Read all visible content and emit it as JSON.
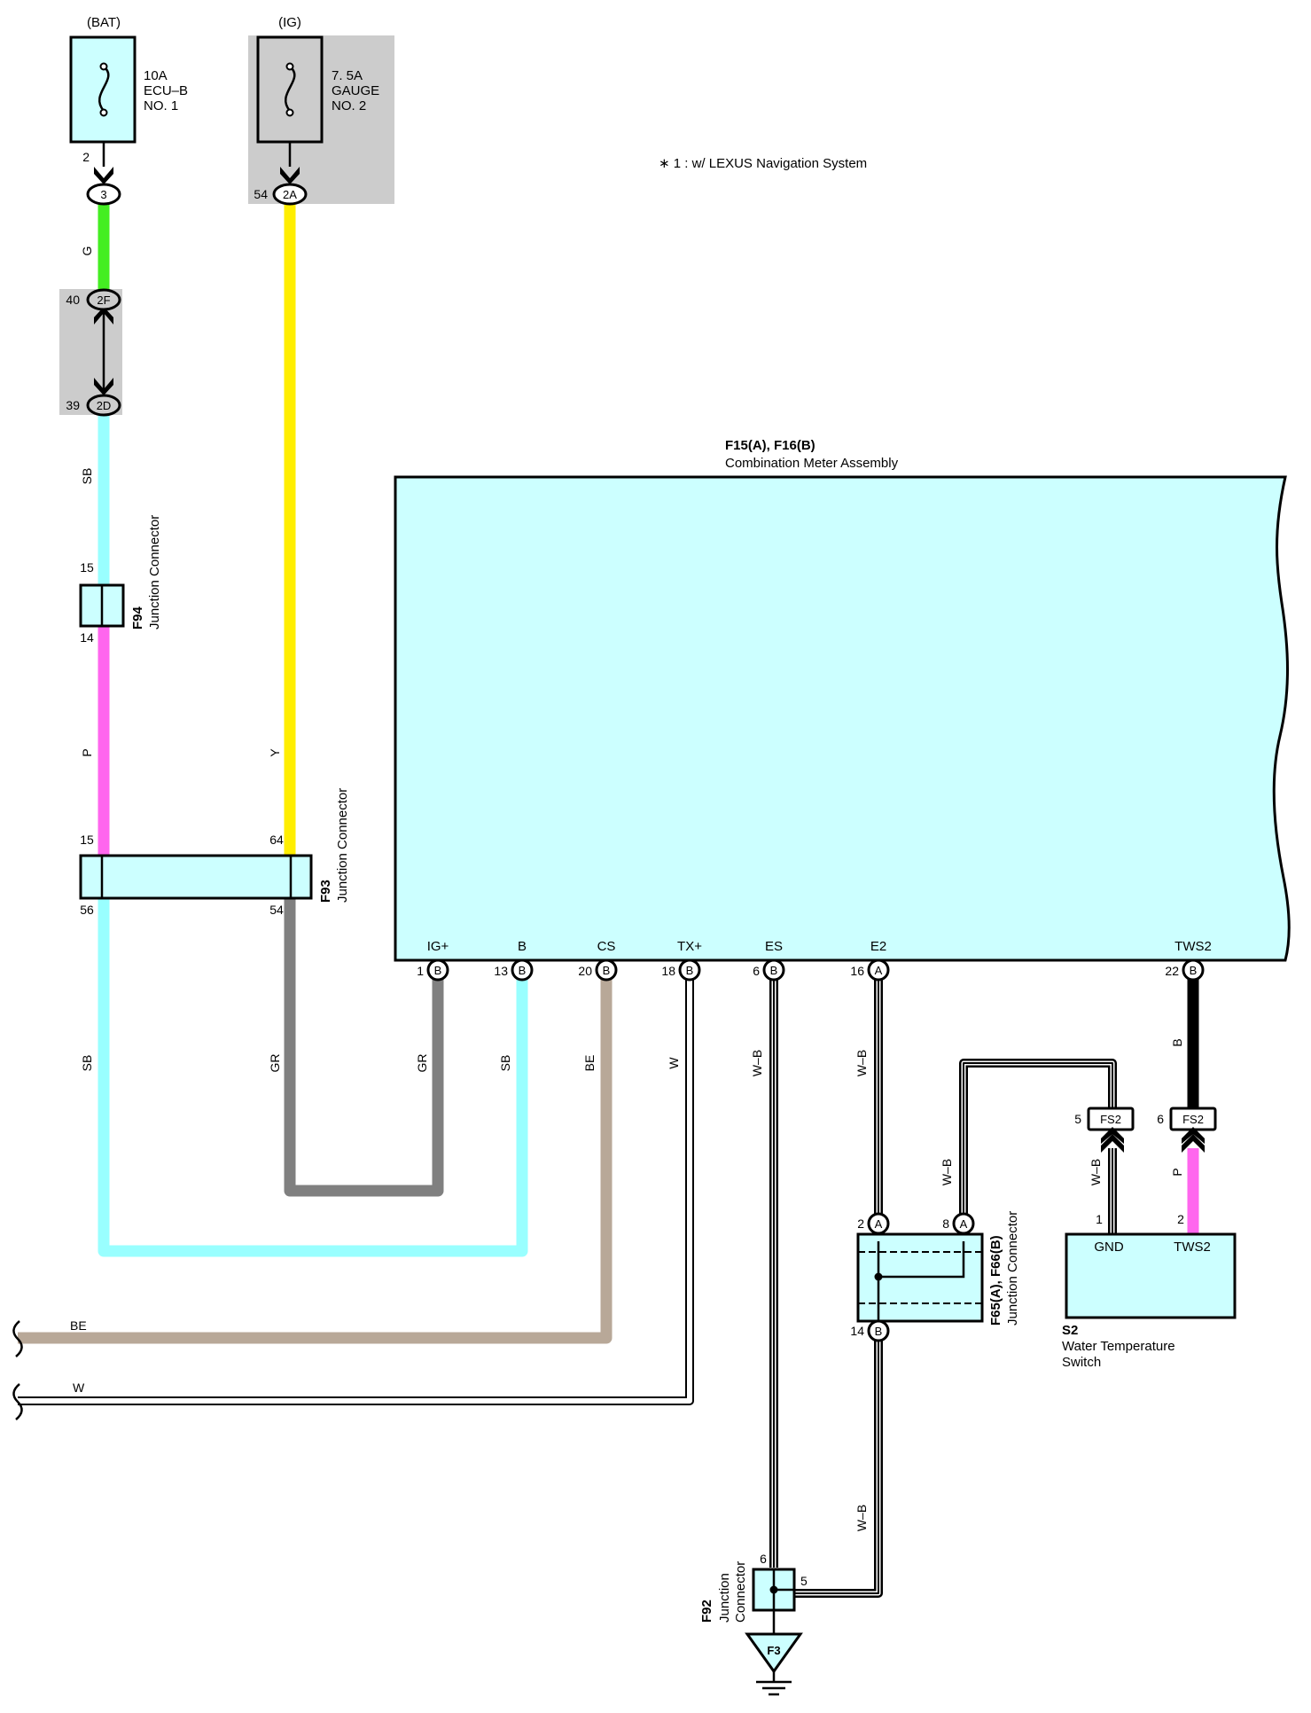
{
  "note": "∗ 1 : w/ LEXUS Navigation System",
  "fuses": {
    "bat": {
      "supply": "(BAT)",
      "rating": "10A",
      "name1": "ECU–B",
      "name2": "NO. 1",
      "pin": "2",
      "conn": "3"
    },
    "ig": {
      "supply": "(IG)",
      "rating": "7. 5A",
      "name1": "GAUGE",
      "name2": "NO. 2",
      "pin": "54",
      "conn": "2A"
    }
  },
  "junction_2F": {
    "pin": "40",
    "conn": "2F"
  },
  "junction_2D": {
    "pin": "39",
    "conn": "2D"
  },
  "wire_colors": {
    "g": "G",
    "sb1": "SB",
    "p": "P",
    "y": "Y",
    "sb2": "SB",
    "gr1": "GR",
    "gr2": "GR",
    "sb3": "SB",
    "be1": "BE",
    "w1": "W",
    "wb1": "W–B",
    "wb2": "W–B",
    "wb3": "W–B",
    "wb4": "W–B",
    "wb5": "W–B",
    "b": "B",
    "p2": "P",
    "be2": "BE",
    "w2": "W"
  },
  "f94": {
    "code": "F94",
    "name": "Junction Connector",
    "pin_top": "15",
    "pin_bottom": "14"
  },
  "f93": {
    "code": "F93",
    "name": "Junction Connector",
    "pin_tl": "15",
    "pin_tr": "64",
    "pin_bl": "56",
    "pin_br": "54"
  },
  "meter": {
    "code": "F15(A), F16(B)",
    "name": "Combination Meter Assembly",
    "terminals": [
      {
        "label": "IG+",
        "pin": "1",
        "conn": "B"
      },
      {
        "label": "B",
        "pin": "13",
        "conn": "B"
      },
      {
        "label": "CS",
        "pin": "20",
        "conn": "B"
      },
      {
        "label": "TX+",
        "pin": "18",
        "conn": "B"
      },
      {
        "label": "ES",
        "pin": "6",
        "conn": "B"
      },
      {
        "label": "E2",
        "pin": "16",
        "conn": "A"
      },
      {
        "label": "TWS2",
        "pin": "22",
        "conn": "B"
      }
    ]
  },
  "fs2": {
    "conn": "FS2",
    "pin_left": "5",
    "pin_right": "6"
  },
  "f65": {
    "code": "F65(A), F66(B)",
    "name": "Junction Connector",
    "pin_a1": "2",
    "conn_a1": "A",
    "pin_a2": "8",
    "conn_a2": "A",
    "pin_b": "14",
    "conn_b": "B"
  },
  "s2": {
    "code": "S2",
    "name1": "Water Temperature",
    "name2": "Switch",
    "term1": "GND",
    "term2": "TWS2",
    "pin1": "1",
    "pin2": "2"
  },
  "f92": {
    "code": "F92",
    "name1": "Junction",
    "name2": "Connector",
    "pin_top": "6",
    "pin_right": "5"
  },
  "ground": {
    "code": "F3"
  },
  "colors": {
    "sb": "#99ffff",
    "g": "#44ee22",
    "p": "#ff66ee",
    "y": "#ffee00",
    "gr": "#808080",
    "be": "#b8a898",
    "box": "#ccffff",
    "shade": "#cccccc"
  }
}
